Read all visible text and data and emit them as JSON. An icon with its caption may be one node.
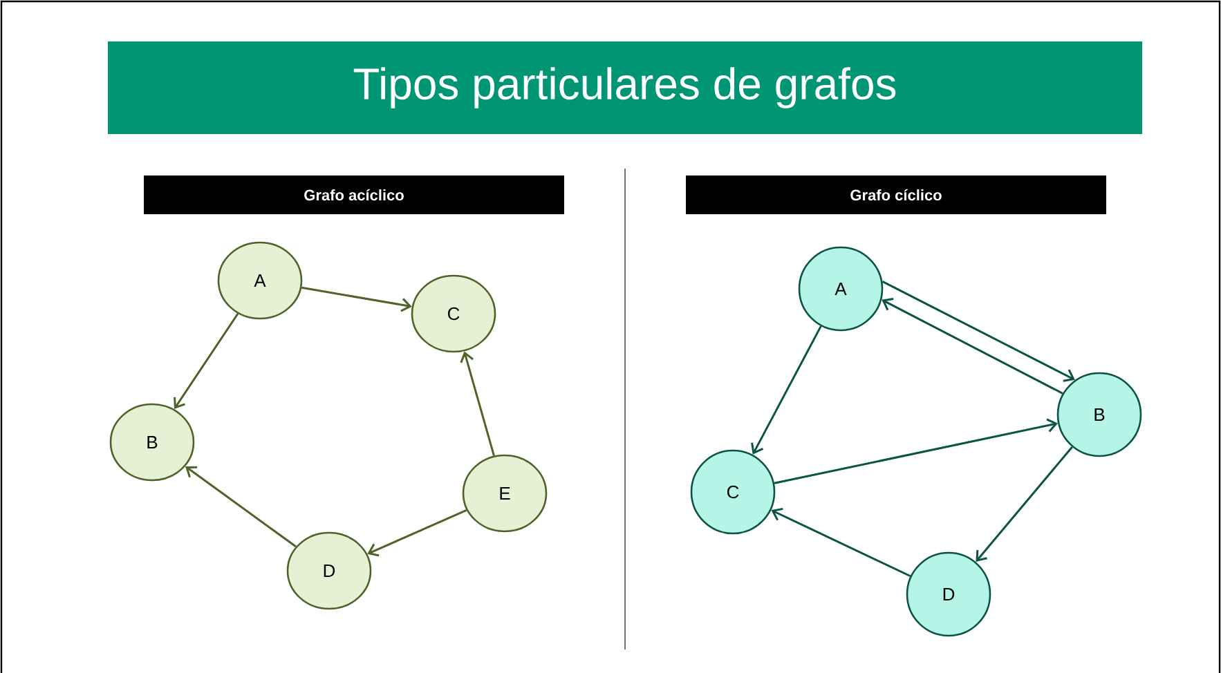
{
  "diagram": {
    "title": "Tipos particulares de grafos",
    "nodes": [
      {
        "text": [
          "Grafo acíclico"
        ]
      },
      {
        "text": [
          "A"
        ]
      },
      {
        "text": [
          "C"
        ]
      },
      {
        "text": [
          "B"
        ]
      },
      {
        "text": [
          "E"
        ]
      },
      {
        "text": [
          "D"
        ]
      },
      {
        "text": [
          "Grafo cíclico"
        ]
      },
      {
        "text": [
          "A"
        ]
      },
      {
        "text": [
          "B"
        ]
      },
      {
        "text": [
          "C"
        ]
      },
      {
        "text": [
          "D"
        ]
      }
    ],
    "edges": [
      {
        "from": 1,
        "to": 2,
        "arrow": "to",
        "color": "#4f6228"
      },
      {
        "from": 1,
        "to": 3,
        "arrow": "to",
        "color": "#4f6228"
      },
      {
        "from": 4,
        "to": 2,
        "arrow": "to",
        "color": "#4f6228"
      },
      {
        "from": 4,
        "to": 5,
        "arrow": "to",
        "color": "#4f6228"
      },
      {
        "from": 5,
        "to": 3,
        "arrow": "to",
        "color": "#4f6228"
      },
      {
        "from": 7,
        "to": 8,
        "arrow": "to"
      },
      {
        "from": 8,
        "to": 7,
        "arrow": "to"
      },
      {
        "from": 7,
        "to": 9,
        "arrow": "to"
      },
      {
        "from": 9,
        "to": 8,
        "arrow": "to"
      },
      {
        "from": 8,
        "to": 10,
        "arrow": "to"
      },
      {
        "from": 10,
        "to": 9,
        "arrow": "to"
      }
    ]
  }
}
